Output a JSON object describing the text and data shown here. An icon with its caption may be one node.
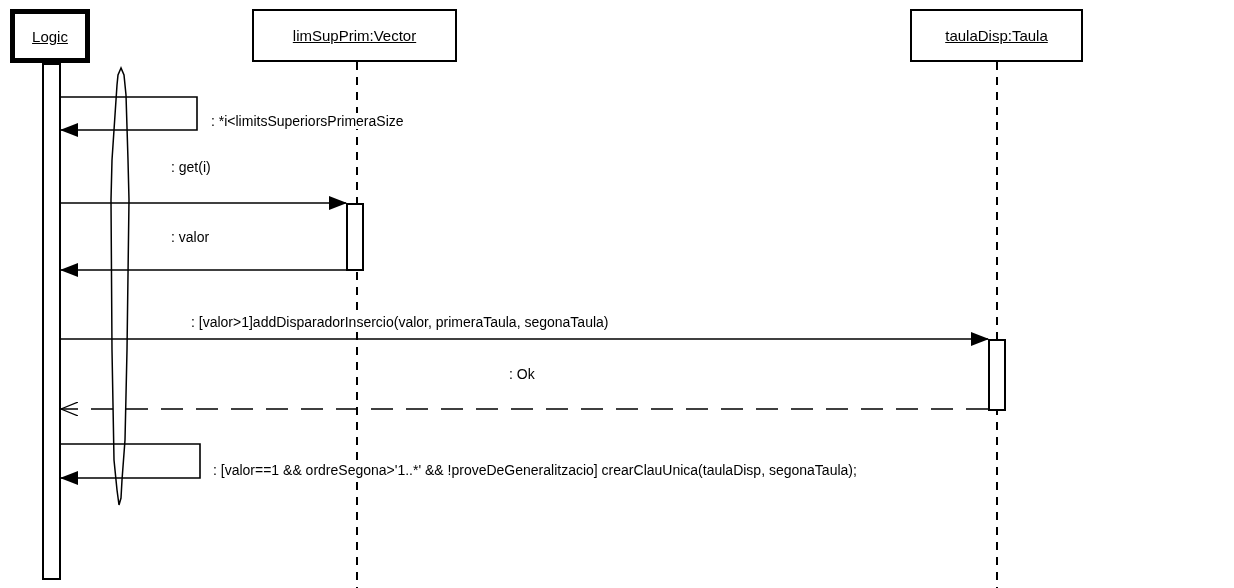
{
  "diagram": {
    "nodes": [
      {
        "text": [
          "Logic"
        ]
      },
      {
        "text": [
          "limSupPrim:Vector"
        ]
      },
      {
        "text": [
          "taulaDisp:Taula"
        ]
      },
      {
        "text": [],
        "shape": "bar"
      },
      {
        "text": [],
        "shape": "bar"
      },
      {
        "text": [],
        "shape": "bar"
      }
    ],
    "edges": [
      {
        "from": 3,
        "to": 3,
        "arrow": "to",
        "label": ": *i<limitsSuperiorsPrimeraSize"
      },
      {
        "from": 3,
        "to": 4,
        "arrow": "to",
        "label": ": get(i)"
      },
      {
        "from": 4,
        "to": 3,
        "arrow": "to",
        "label": ": valor"
      },
      {
        "from": 3,
        "to": 5,
        "arrow": "to",
        "label": ": [valor>1]addDisparadorInsercio(valor, primeraTaula, segonaTaula)"
      },
      {
        "from": 5,
        "to": 3,
        "arrow": "to",
        "style": "dashed",
        "label": ": Ok"
      },
      {
        "from": 3,
        "to": 3,
        "arrow": "to",
        "label": ": [valor==1 && ordreSegona>'1..*' && !proveDeGeneralitzacio] crearClauUnica(taulaDisp, segonaTaula);"
      }
    ]
  }
}
